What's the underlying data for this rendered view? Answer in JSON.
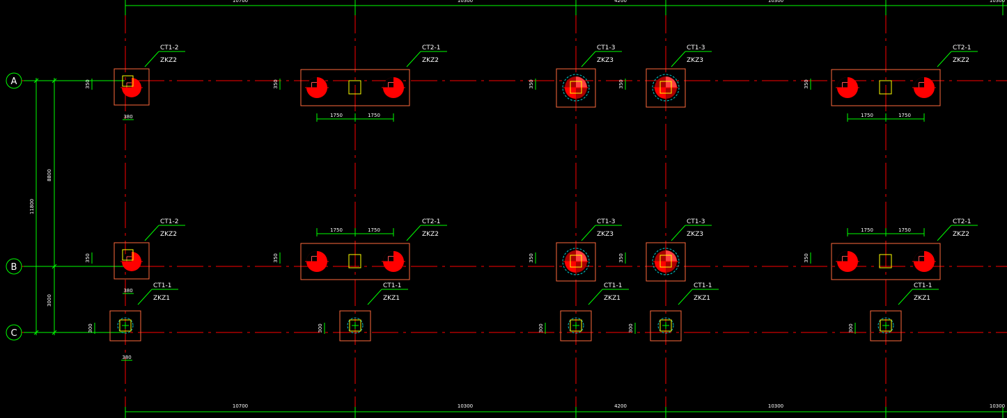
{
  "drawing": {
    "colors": {
      "background": "#000000",
      "grid_line": "#00ff00",
      "axis_line": "#ff0000",
      "cap_outline": "#ff6a3d",
      "pile_fill": "#ff0000",
      "column": "#ffff00",
      "pile_dashed": "#00cccc",
      "dim_line": "#00ff00",
      "text": "#ffffff"
    },
    "axes": [
      {
        "label": "A"
      },
      {
        "label": "B"
      },
      {
        "label": "C"
      }
    ],
    "top_dims": [
      "10700",
      "10300",
      "4200",
      "10300",
      "10300"
    ],
    "bottom_dims": [
      "10700",
      "10300",
      "4200",
      "10300",
      "10300"
    ],
    "left_dims": {
      "overall": "11800",
      "ab": "8800",
      "bc": "3000"
    },
    "offsets": {
      "v350": "350",
      "v300": "300",
      "h380": "380",
      "h1750": "1750"
    },
    "caps": [
      {
        "cap": "CT1-2",
        "col": "ZKZ2"
      },
      {
        "cap": "CT2-1",
        "col": "ZKZ2"
      },
      {
        "cap": "CT1-3",
        "col": "ZKZ3"
      },
      {
        "cap": "CT1-3",
        "col": "ZKZ3"
      },
      {
        "cap": "CT2-1",
        "col": "ZKZ2"
      },
      {
        "cap": "CT1-2",
        "col": "ZKZ2"
      },
      {
        "cap": "CT2-1",
        "col": "ZKZ2"
      },
      {
        "cap": "CT1-3",
        "col": "ZKZ3"
      },
      {
        "cap": "CT1-3",
        "col": "ZKZ3"
      },
      {
        "cap": "CT2-1",
        "col": "ZKZ2"
      },
      {
        "cap": "CT1-1",
        "col": "ZKZ1"
      },
      {
        "cap": "CT1-1",
        "col": "ZKZ1"
      },
      {
        "cap": "CT1-1",
        "col": "ZKZ1"
      },
      {
        "cap": "CT1-1",
        "col": "ZKZ1"
      },
      {
        "cap": "CT1-1",
        "col": "ZKZ1"
      }
    ]
  }
}
